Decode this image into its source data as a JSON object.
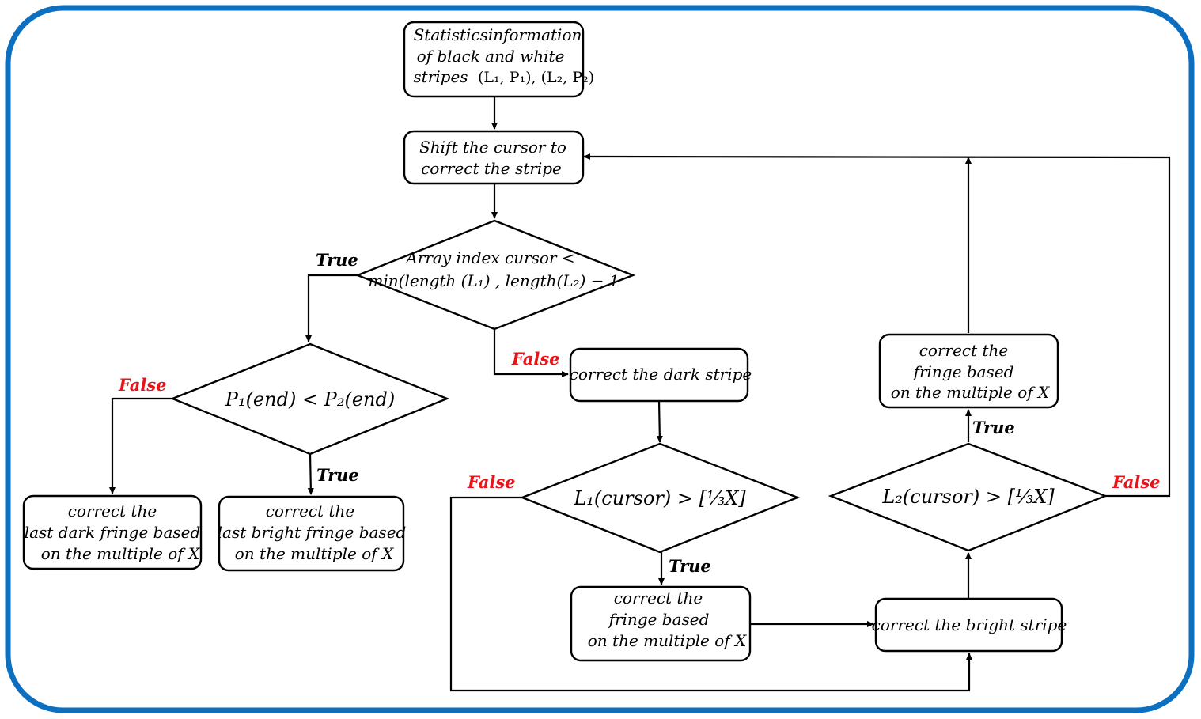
{
  "nodes": {
    "stats": [
      "Statisticsinformation",
      "of black and white",
      "stripes"
    ],
    "stats_math": "(L₁, P₁), (L₂, P₂)",
    "shift": [
      "Shift the cursor to",
      "correct the stripe"
    ],
    "array_cond": [
      "Array index cursor <",
      "min(length (L₁) , length(L₂) − 1"
    ],
    "p_cond": "P₁(end) < P₂(end)",
    "last_dark": [
      "correct the",
      "last dark fringe based",
      "on the multiple of X"
    ],
    "last_bright": [
      "correct the",
      "last bright fringe based",
      "on the multiple of X"
    ],
    "dark_stripe": "correct the dark stripe",
    "l1_cond": "L₁(cursor) > [⅓X]",
    "fringe_a": [
      "correct the",
      "fringe based",
      "on the multiple of X"
    ],
    "bright_stripe": "correct the bright stripe",
    "l2_cond": "L₂(cursor) > [⅓X]",
    "fringe_b": [
      "correct the",
      "fringe based",
      "on the multiple of X"
    ]
  },
  "labels": {
    "true_array": "True",
    "false_array": "False",
    "false_p": "False",
    "true_p": "True",
    "false_l1": "False",
    "true_l1": "True",
    "true_l2": "True",
    "false_l2": "False"
  },
  "colors": {
    "frame": "#0d6fc0",
    "true_label": "#000000",
    "false_label": "#e8141a"
  }
}
